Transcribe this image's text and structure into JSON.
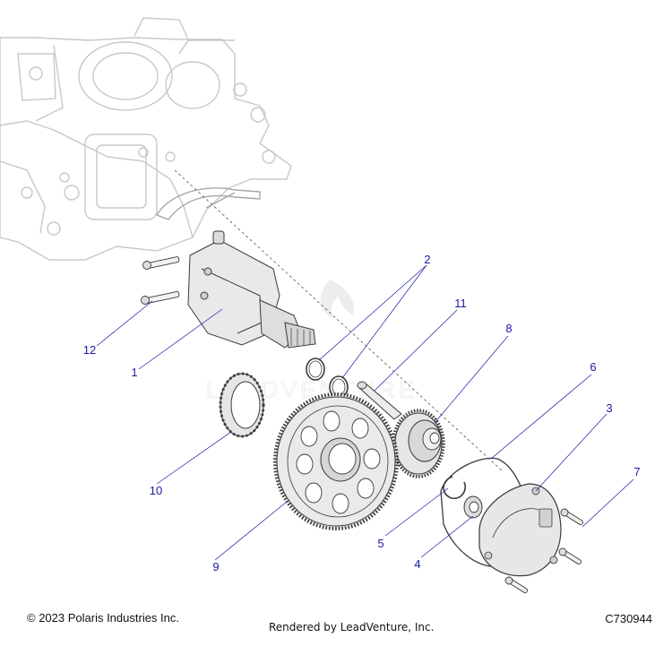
{
  "callouts": [
    {
      "id": "1",
      "label": "1"
    },
    {
      "id": "2",
      "label": "2"
    },
    {
      "id": "3",
      "label": "3"
    },
    {
      "id": "4",
      "label": "4"
    },
    {
      "id": "5",
      "label": "5"
    },
    {
      "id": "6",
      "label": "6"
    },
    {
      "id": "7",
      "label": "7"
    },
    {
      "id": "8",
      "label": "8"
    },
    {
      "id": "9",
      "label": "9"
    },
    {
      "id": "10",
      "label": "10"
    },
    {
      "id": "11",
      "label": "11"
    },
    {
      "id": "12",
      "label": "12"
    }
  ],
  "footer": {
    "copyright": "© 2023 Polaris Industries Inc.",
    "rendered_by": "Rendered by LeadVenture, Inc.",
    "figure_code": "C730944"
  },
  "watermark": {
    "text": "LEADVENTURE"
  },
  "colors": {
    "callout": "#1a1aa6",
    "ghost_line": "#c8c8c8",
    "part_line": "#3a3a3a",
    "part_fill": "#e9e9e9"
  }
}
